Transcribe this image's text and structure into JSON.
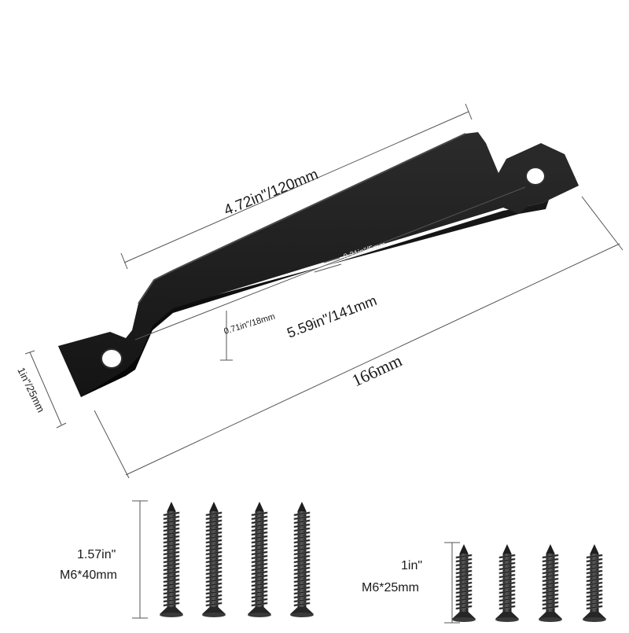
{
  "dimensions": {
    "inner_length": "4.72in\"/120mm",
    "thickness": "0.21in\"/5mm",
    "height": "0.71in\"/18mm",
    "hole_spacing": "5.59in\"/141mm",
    "total_length": "166mm",
    "width": "1in\"/25mm"
  },
  "screws": {
    "long": {
      "length": "1.57in\"",
      "size": "M6*40mm",
      "count": 4
    },
    "short": {
      "length": "1in\"",
      "size": "M6*25mm",
      "count": 4
    }
  },
  "colors": {
    "handle": "#121212",
    "screw": "#2a2a2a",
    "dimension_line": "#555555"
  }
}
